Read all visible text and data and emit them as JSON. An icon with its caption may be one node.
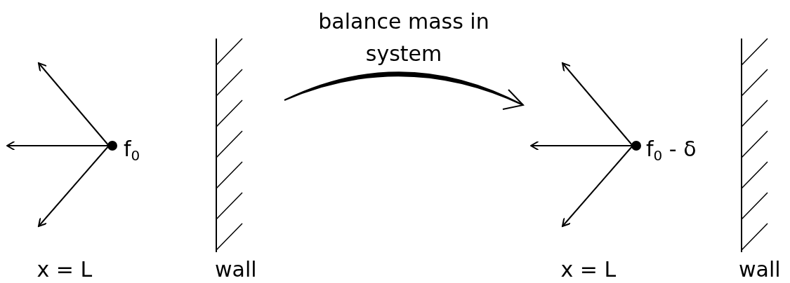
{
  "diagram": {
    "labels": [
      "balance mass in system",
      "f$_{0}$",
      "x = L",
      "wall",
      "f$_{0}$ - δ",
      "x = L",
      "wall"
    ]
  }
}
